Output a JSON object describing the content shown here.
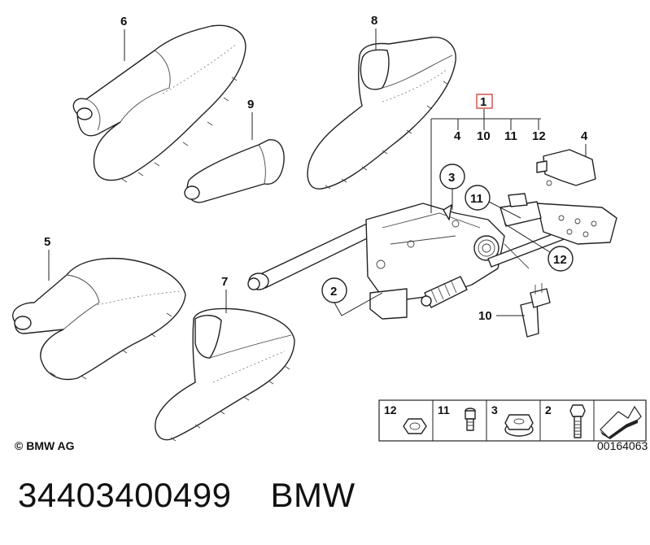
{
  "diagram": {
    "callouts": {
      "c6": "6",
      "c8": "8",
      "c9": "9",
      "c5": "5",
      "c7": "7",
      "c1": "1",
      "c4a": "4",
      "c10a": "10",
      "c11a": "11",
      "c12a": "12",
      "c4b": "4",
      "c3": "3",
      "c11b": "11",
      "c12b": "12",
      "c2": "2",
      "c10b": "10"
    },
    "legend": {
      "items": [
        {
          "number": "12",
          "icon": "nut-icon"
        },
        {
          "number": "11",
          "icon": "bolt-short-icon"
        },
        {
          "number": "3",
          "icon": "flange-nut-icon"
        },
        {
          "number": "2",
          "icon": "bolt-long-icon"
        }
      ],
      "code": "00164063"
    },
    "copyright": "© BMW AG",
    "highlight_color": "#d9534f"
  },
  "footer": {
    "part_number": "34403400499",
    "brand": "BMW"
  }
}
